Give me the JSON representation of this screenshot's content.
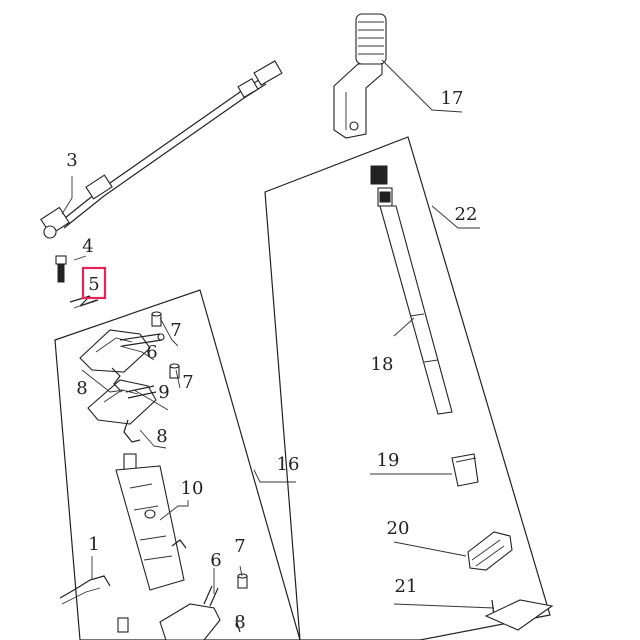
{
  "callouts": [
    {
      "id": "c1",
      "text": "1"
    },
    {
      "id": "c3",
      "text": "3"
    },
    {
      "id": "c4",
      "text": "4"
    },
    {
      "id": "c5",
      "text": "5"
    },
    {
      "id": "c6a",
      "text": "6"
    },
    {
      "id": "c6b",
      "text": "6"
    },
    {
      "id": "c7a",
      "text": "7"
    },
    {
      "id": "c7b",
      "text": "7"
    },
    {
      "id": "c7c",
      "text": "7"
    },
    {
      "id": "c8a",
      "text": "8"
    },
    {
      "id": "c8b",
      "text": "8"
    },
    {
      "id": "c8c",
      "text": "8"
    },
    {
      "id": "c9",
      "text": "9"
    },
    {
      "id": "c10",
      "text": "10"
    },
    {
      "id": "c16",
      "text": "16"
    },
    {
      "id": "c17",
      "text": "17"
    },
    {
      "id": "c18",
      "text": "18"
    },
    {
      "id": "c19",
      "text": "19"
    },
    {
      "id": "c20",
      "text": "20"
    },
    {
      "id": "c21",
      "text": "21"
    },
    {
      "id": "c22",
      "text": "22"
    }
  ],
  "highlight": {
    "callout": "5",
    "color": "#e8235a"
  },
  "colors": {
    "line": "#222222",
    "background": "#ffffff"
  }
}
